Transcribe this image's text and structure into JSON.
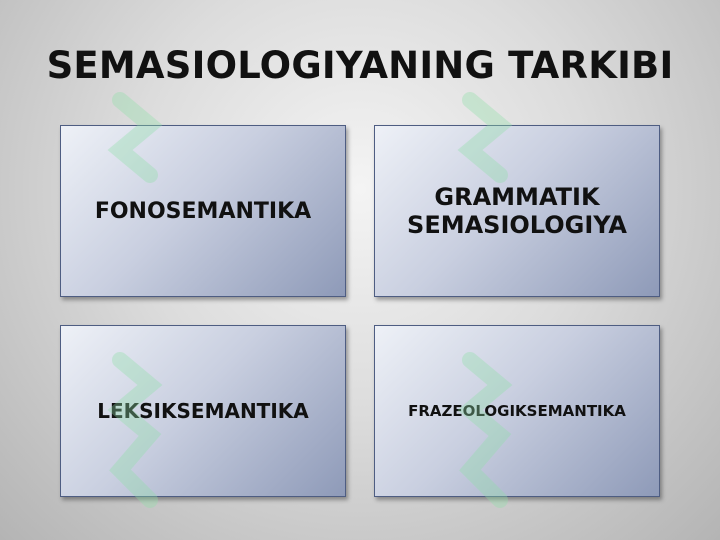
{
  "slide": {
    "title": "SEMASIOLOGIYANING TARKIBI",
    "boxes": [
      {
        "label": "FONOSEMANTIKA"
      },
      {
        "label": "GRAMMATIK SEMASIOLOGIYA"
      },
      {
        "label": "LEKSIKSEMANTIKA"
      },
      {
        "label": "FRAZEOLOGIKSEMANTIKA"
      }
    ]
  },
  "colors": {
    "box_border": "#4e5d82",
    "watermark": "#8fe0a8"
  }
}
